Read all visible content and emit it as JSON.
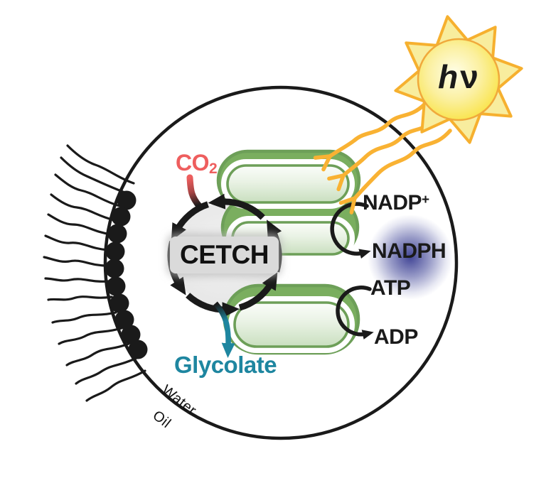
{
  "figure": {
    "sun": {
      "h": "h",
      "nu": "ν"
    },
    "inputs": {
      "co2_base": "CO",
      "co2_sub": "2"
    },
    "cycle_label": "CETCH",
    "product": "Glycolate",
    "cofactors": {
      "nadp_base": "NADP",
      "nadp_sup": "+",
      "nadph": "NADPH",
      "atp": "ATP",
      "adp": "ADP"
    },
    "interface": {
      "water": "Water",
      "oil": "Oil"
    },
    "colors": {
      "co2_red": "#EE5E5E",
      "product_teal": "#1E86A0",
      "thylakoid_green": "#6D9F58",
      "thylakoid_fill_green": "#7AAE5F",
      "ray_orange": "#F9B233",
      "sun_star_fill": "#F8ED9E",
      "sun_stroke": "#F6B02F",
      "glow_purple": "#383C91",
      "ink_black": "#1A1A1A"
    }
  }
}
